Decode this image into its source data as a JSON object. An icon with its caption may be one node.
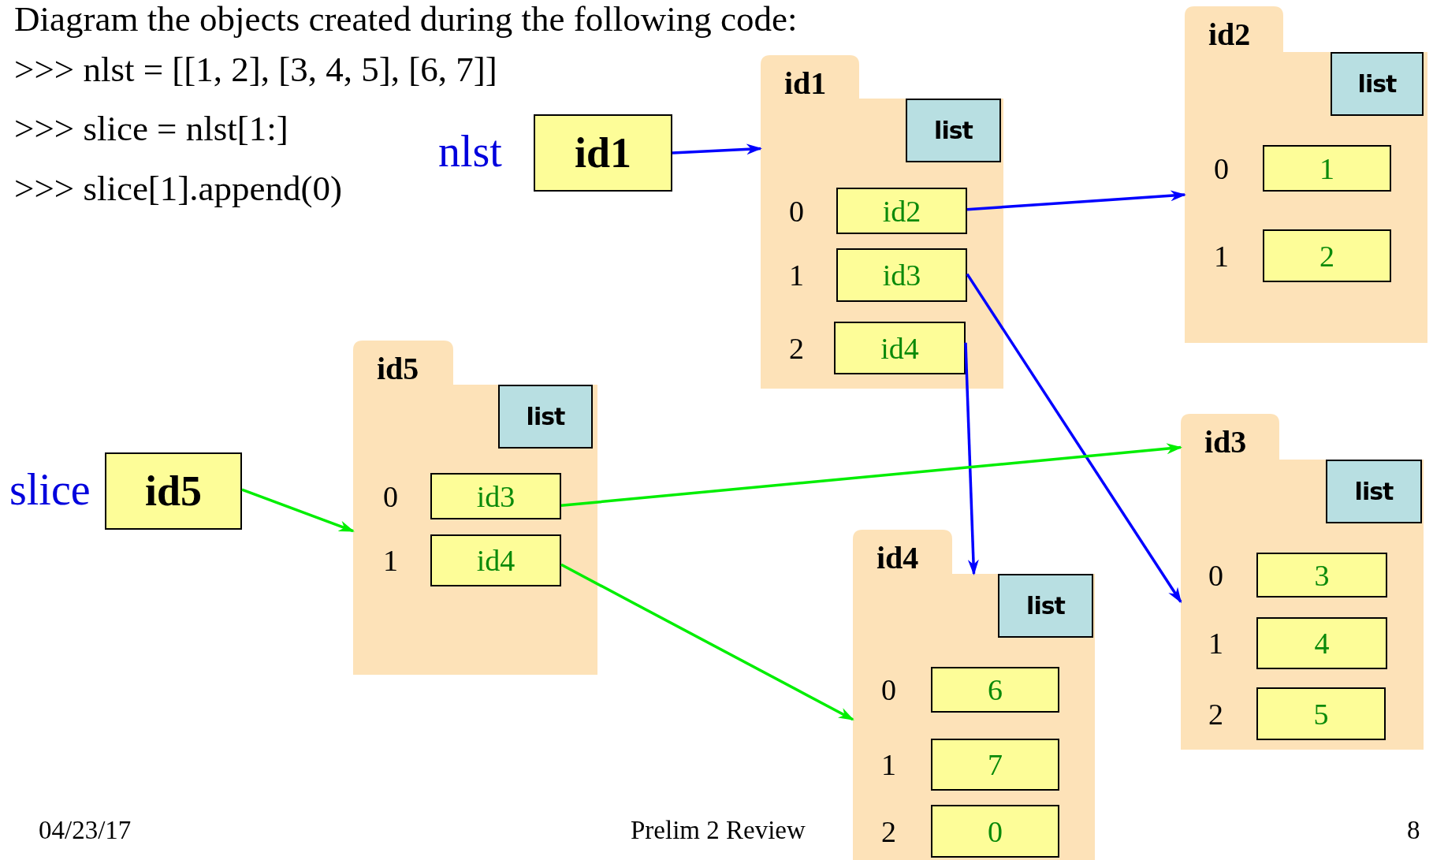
{
  "diagram": {
    "title": "Diagram the objects created during the following code:",
    "nodes": [
      {
        "text": [
          "id1"
        ],
        "beside": [
          "nlst"
        ]
      },
      {
        "text": [
          "id1"
        ]
      },
      {
        "text": [
          "list"
        ],
        "in": 1
      },
      {
        "text": [
          "id2"
        ],
        "in": 1,
        "beside": [
          "0"
        ]
      },
      {
        "text": [
          "id3"
        ],
        "in": 1,
        "beside": [
          "1"
        ]
      },
      {
        "text": [
          "id4"
        ],
        "in": 1,
        "beside": [
          "2"
        ]
      },
      {
        "text": [
          "id2"
        ]
      },
      {
        "text": [
          "list"
        ],
        "in": 6
      },
      {
        "text": [
          "1"
        ],
        "in": 6,
        "beside": [
          "0"
        ]
      },
      {
        "text": [
          "2"
        ],
        "in": 6,
        "beside": [
          "1"
        ]
      },
      {
        "text": [
          "id5"
        ]
      },
      {
        "text": [
          "list"
        ],
        "in": 10
      },
      {
        "text": [
          "id3"
        ],
        "in": 10,
        "beside": [
          "0"
        ]
      },
      {
        "text": [
          "id4"
        ],
        "in": 10,
        "beside": [
          "1"
        ]
      },
      {
        "text": [
          "id5"
        ],
        "beside": [
          "slice"
        ]
      },
      {
        "text": [
          "id3"
        ]
      },
      {
        "text": [
          "list"
        ],
        "in": 15
      },
      {
        "text": [
          "3"
        ],
        "in": 15,
        "beside": [
          "0"
        ]
      },
      {
        "text": [
          "4"
        ],
        "in": 15,
        "beside": [
          "1"
        ]
      },
      {
        "text": [
          "5"
        ],
        "in": 15,
        "beside": [
          "2"
        ]
      },
      {
        "text": [
          "id4"
        ]
      },
      {
        "text": [
          "list"
        ],
        "in": 20
      },
      {
        "text": [
          "6"
        ],
        "in": 20,
        "beside": [
          "0"
        ]
      },
      {
        "text": [
          "7"
        ],
        "in": 20,
        "beside": [
          "1"
        ]
      },
      {
        "text": [
          "0"
        ],
        "in": 20,
        "beside": [
          "2"
        ]
      }
    ],
    "edges": [
      {
        "from": 0,
        "to": 1,
        "arrow": "to"
      },
      {
        "from": 3,
        "to": 6,
        "arrow": "to"
      },
      {
        "from": 4,
        "to": 15,
        "arrow": "to"
      },
      {
        "from": 5,
        "to": 20,
        "arrow": "to"
      },
      {
        "from": 14,
        "to": 10,
        "arrow": "to",
        "color": "#00ee00"
      },
      {
        "from": 12,
        "to": 15,
        "arrow": "to",
        "color": "#00ee00"
      },
      {
        "from": 13,
        "to": 20,
        "arrow": "to",
        "color": "#00ee00"
      }
    ],
    "labels": [
      ">>> nlst = [[1, 2], [3, 4, 5], [6, 7]]",
      ">>> slice = nlst[1:]",
      ">>> slice[1].append(0)",
      "04/23/17",
      "Prelim 2 Review",
      "8"
    ]
  }
}
